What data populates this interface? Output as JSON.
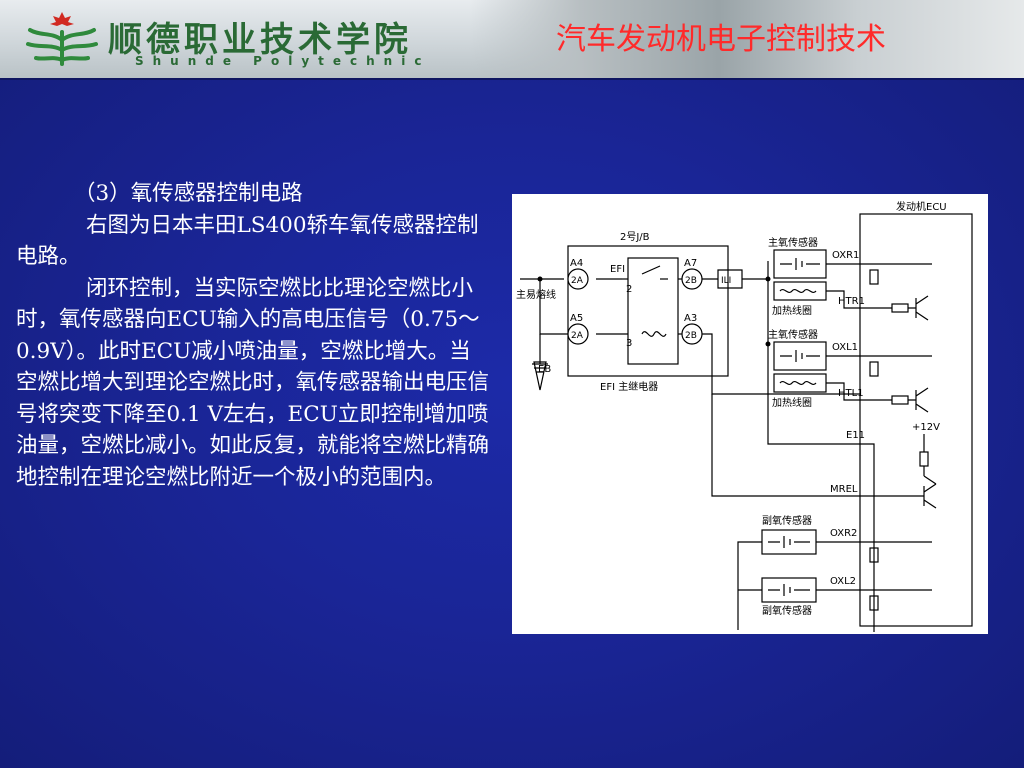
{
  "header": {
    "school_name_cn": "顺德职业技术学院",
    "school_name_en": "Shunde Polytechnic",
    "course_title": "汽车发动机电子控制技术"
  },
  "body": {
    "heading": "（3）氧传感器控制电路",
    "paragraph1": "右图为日本丰田LS400轿车氧传感器控制电路。",
    "paragraph2": "闭环控制，当实际空燃比比理论空燃比小时，氧传感器向ECU输入的高电压信号（0.75～0.9V）。此时ECU减小喷油量，空燃比增大。当空燃比增大到理论空燃比时，氧传感器输出电压信号将突变下降至0.1 V左右，ECU立即控制增加喷油量，空燃比减小。如此反复，就能将空燃比精确地控制在理论空燃比附近一个极小的范围内。"
  },
  "diagram": {
    "ecu_label": "发动机ECU",
    "jb_label": "2号J/B",
    "efi_relay_label": "EFI 主继电器",
    "fuse_label": "EFI",
    "main_fusible_label": "主易熔线",
    "eb_label": "EB",
    "ili_label": "ILI",
    "main_sensor_1": "主氧传感器",
    "main_sensor_2": "主氧传感器",
    "heater_coil_1": "加热线圈",
    "heater_coil_2": "加热线圈",
    "sub_sensor_1": "副氧传感器",
    "sub_sensor_2": "副氧传感器",
    "connector_a4": "A4",
    "connector_a5": "A5",
    "connector_a7": "A7",
    "connector_a3": "A3",
    "term_2a_top": "2A",
    "term_2a_bottom": "2A",
    "term_2b_top": "2B",
    "term_2b_bottom": "2B",
    "pin_2": "2",
    "pin_3": "3",
    "oxr1": "OXR1",
    "htr1": "HTR1",
    "oxl1": "OXL1",
    "htl1": "HTL1",
    "e11": "E11",
    "plus12v": "+12V",
    "mrel": "MREL",
    "oxr2": "OXR2",
    "oxl2": "OXL2"
  },
  "colors": {
    "background": "#1a2596",
    "title_red": "#ff2a2a",
    "school_green": "#2a6a35",
    "text_white": "#ffffff"
  }
}
